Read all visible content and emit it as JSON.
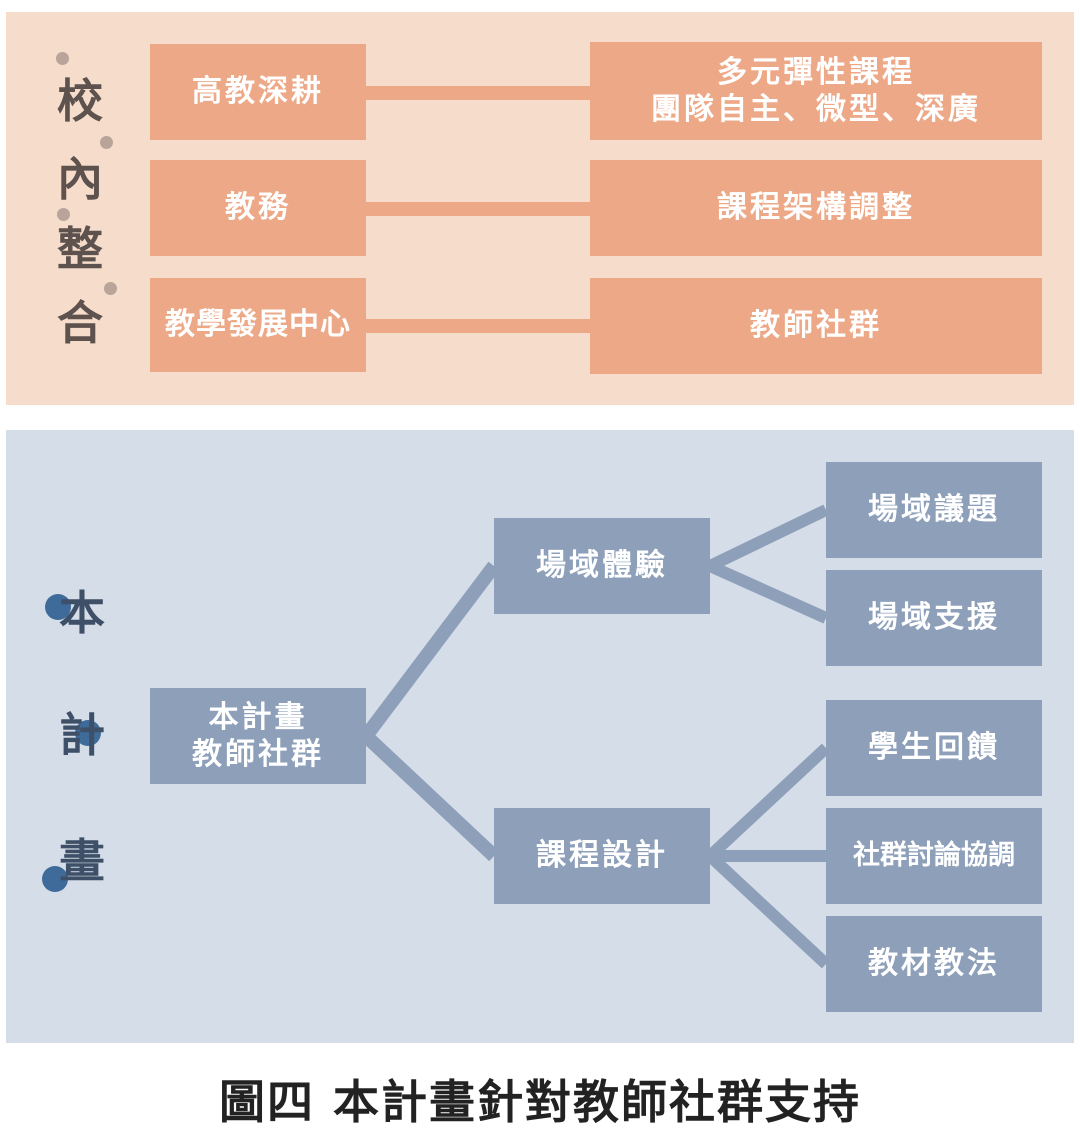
{
  "top_section": {
    "label_chars": [
      "校",
      "內",
      "整",
      "合"
    ],
    "rows": [
      {
        "left": "高教深耕",
        "right_lines": [
          "多元彈性課程",
          "團隊自主、微型、深廣"
        ]
      },
      {
        "left": "教務",
        "right_lines": [
          "課程架構調整"
        ]
      },
      {
        "left": "教學發展中心",
        "right_lines": [
          "教師社群"
        ]
      }
    ]
  },
  "bottom_section": {
    "label_chars": [
      "本",
      "計",
      "畫"
    ],
    "root": {
      "lines": [
        "本計畫",
        "教師社群"
      ]
    },
    "branches": [
      {
        "label": "場域體驗",
        "leaves": [
          "場域議題",
          "場域支援"
        ]
      },
      {
        "label": "課程設計",
        "leaves": [
          "學生回饋",
          "社群討論協調",
          "教材教法"
        ]
      }
    ]
  },
  "caption": "圖四 本計畫針對教師社群支持",
  "colors": {
    "top_panel_bg": "#f6dccb",
    "orange_box": "#eda987",
    "bottom_panel_bg": "#d5dde8",
    "blue_box": "#8d9fb9",
    "blue_line": "#8d9fb9"
  }
}
